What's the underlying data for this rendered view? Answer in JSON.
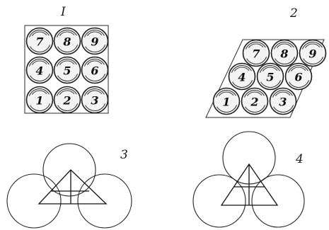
{
  "figures": {
    "fig1": {
      "label": "I",
      "arrangement": "square grid",
      "balls": [
        "7",
        "8",
        "9",
        "4",
        "5",
        "6",
        "1",
        "2",
        "3"
      ]
    },
    "fig2": {
      "label": "2",
      "arrangement": "rhombic grid",
      "balls": [
        "7",
        "8",
        "9",
        "4",
        "5",
        "6",
        "1",
        "2",
        "3"
      ]
    },
    "fig3": {
      "label": "3",
      "description_shapes": [
        "three-circles",
        "triangle"
      ]
    },
    "fig4": {
      "label": "4",
      "description_shapes": [
        "three-circles",
        "triangle"
      ]
    }
  },
  "colors": {
    "ink": "#1e1e1e",
    "paper": "#ffffff"
  }
}
